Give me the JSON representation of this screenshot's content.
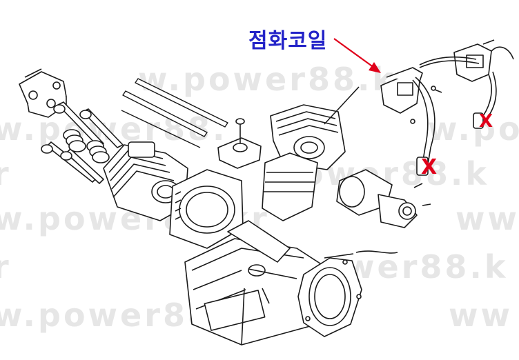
{
  "callout": {
    "label": "점화코일",
    "label_color": "#2323c8",
    "arrow_color": "#e0001a"
  },
  "marks": {
    "x_mark": "X",
    "x_color": "#e0001a"
  },
  "watermark": {
    "w1": "w.power88.kr",
    "w2": "w.power88.",
    "w3": "w.po",
    "w4": "r",
    "w5": "power88.k",
    "w6": "w.power88.kr",
    "w7": "ww",
    "w8": "r",
    "w9": "wer88.k",
    "w10": "w.power88.kr",
    "w11": "ww",
    "color": "#e6e6e6"
  }
}
